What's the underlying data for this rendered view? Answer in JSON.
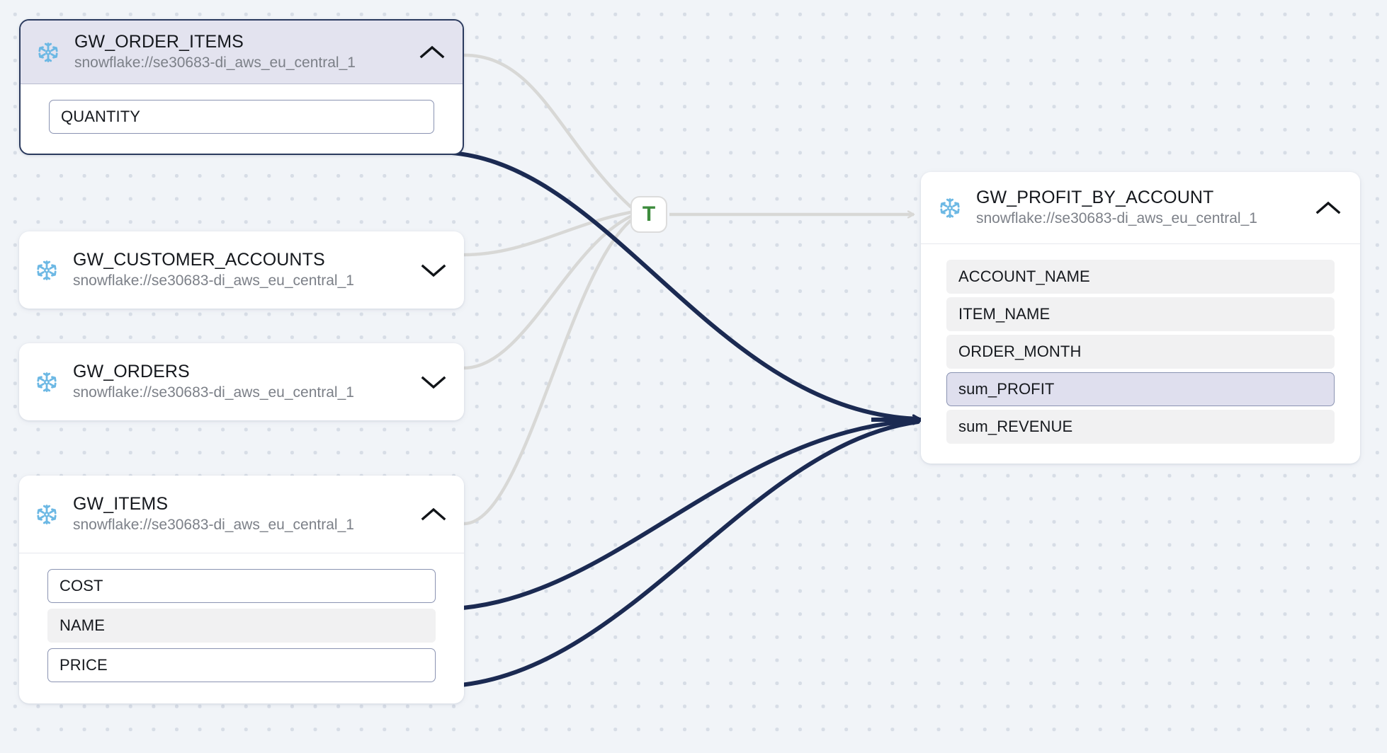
{
  "canvas": {
    "background_color": "#f1f4f8",
    "dot_color": "#d7dde6",
    "edge_color_active": "#1b2a52",
    "edge_color_inactive": "#d8d8d6"
  },
  "transform_node": {
    "label": "T",
    "icon": "transform-node",
    "color": "#3d8b3d"
  },
  "nodes": [
    {
      "id": "gw-order-items",
      "name": "GW_ORDER_ITEMS",
      "uri": "snowflake://se30683-di_aws_eu_central_1",
      "icon": "snowflake-icon",
      "expanded": true,
      "selected": true,
      "chevron": "chevron-up-icon",
      "fields": [
        {
          "name": "QUANTITY",
          "style": "outlined"
        }
      ]
    },
    {
      "id": "gw-customer-accounts",
      "name": "GW_CUSTOMER_ACCOUNTS",
      "uri": "snowflake://se30683-di_aws_eu_central_1",
      "icon": "snowflake-icon",
      "expanded": false,
      "selected": false,
      "chevron": "chevron-down-icon",
      "fields": []
    },
    {
      "id": "gw-orders",
      "name": "GW_ORDERS",
      "uri": "snowflake://se30683-di_aws_eu_central_1",
      "icon": "snowflake-icon",
      "expanded": false,
      "selected": false,
      "chevron": "chevron-down-icon",
      "fields": []
    },
    {
      "id": "gw-items",
      "name": "GW_ITEMS",
      "uri": "snowflake://se30683-di_aws_eu_central_1",
      "icon": "snowflake-icon",
      "expanded": true,
      "selected": false,
      "chevron": "chevron-up-icon",
      "fields": [
        {
          "name": "COST",
          "style": "outlined"
        },
        {
          "name": "NAME",
          "style": "plain"
        },
        {
          "name": "PRICE",
          "style": "outlined"
        }
      ]
    },
    {
      "id": "gw-profit-by-account",
      "name": "GW_PROFIT_BY_ACCOUNT",
      "uri": "snowflake://se30683-di_aws_eu_central_1",
      "icon": "snowflake-icon",
      "expanded": true,
      "selected": false,
      "chevron": "chevron-up-icon",
      "fields": [
        {
          "name": "ACCOUNT_NAME",
          "style": "plain"
        },
        {
          "name": "ITEM_NAME",
          "style": "plain"
        },
        {
          "name": "ORDER_MONTH",
          "style": "plain"
        },
        {
          "name": "sum_PROFIT",
          "style": "highlight"
        },
        {
          "name": "sum_REVENUE",
          "style": "plain"
        }
      ]
    }
  ]
}
